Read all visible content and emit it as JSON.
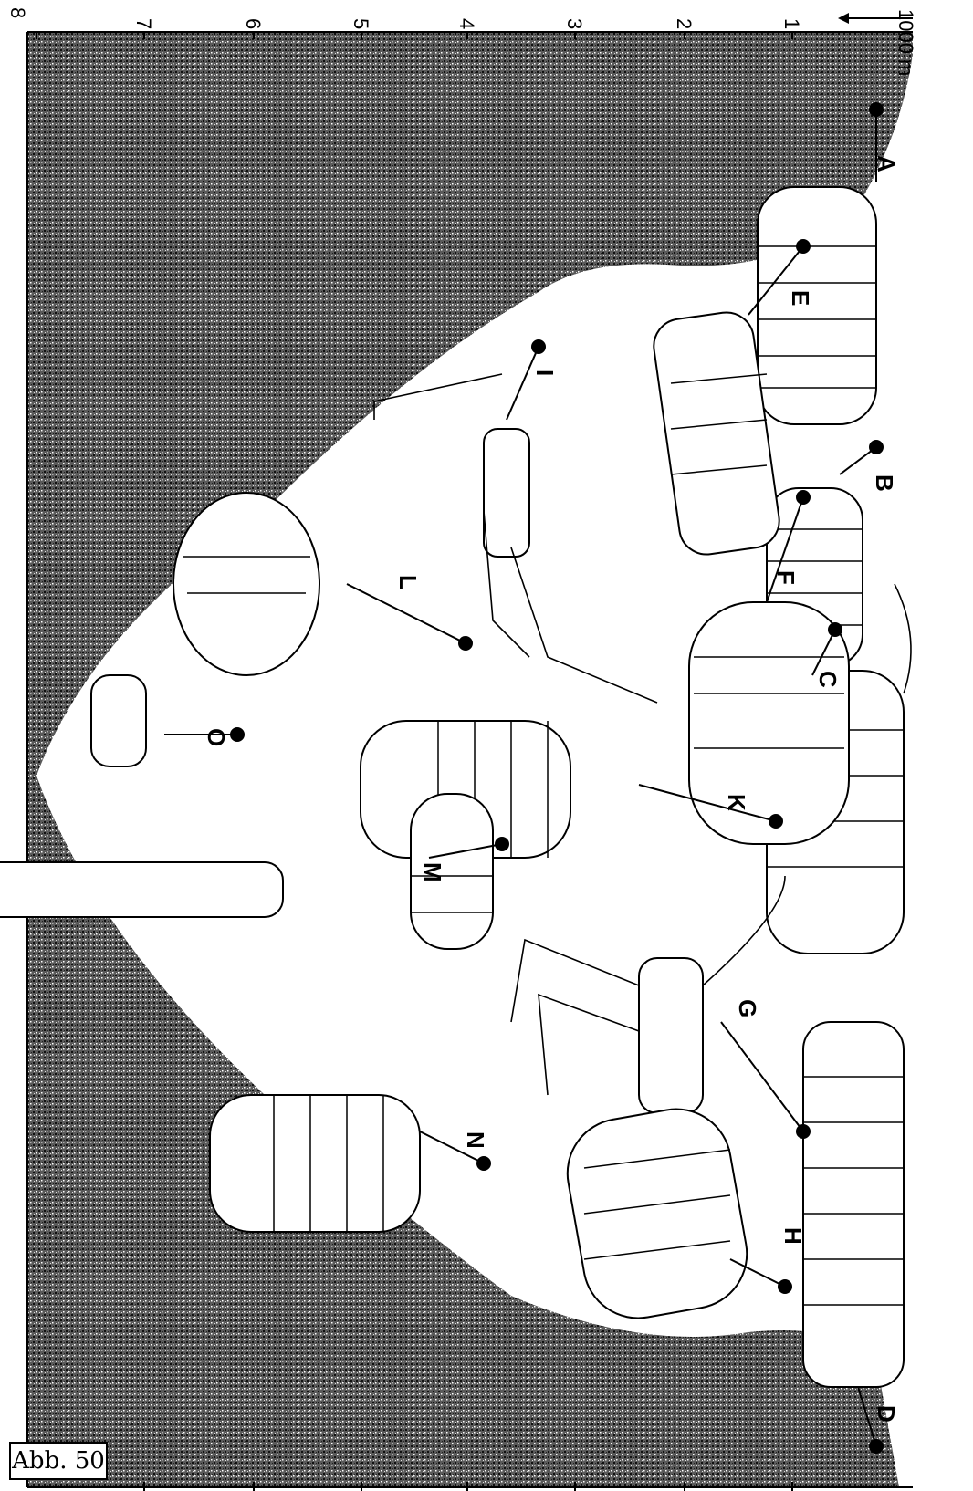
{
  "figure": {
    "caption": "Abb. 50",
    "depth_unit": "1000 m",
    "depth_ticks": [
      "1",
      "2",
      "3",
      "4",
      "5",
      "6",
      "7",
      "8"
    ],
    "specimens": [
      "A",
      "B",
      "C",
      "D",
      "E",
      "F",
      "G",
      "H",
      "I",
      "K",
      "L",
      "M",
      "N",
      "O"
    ],
    "colors": {
      "stipple": "#3a3a3a",
      "background": "#ffffff",
      "ink": "#000000"
    }
  }
}
